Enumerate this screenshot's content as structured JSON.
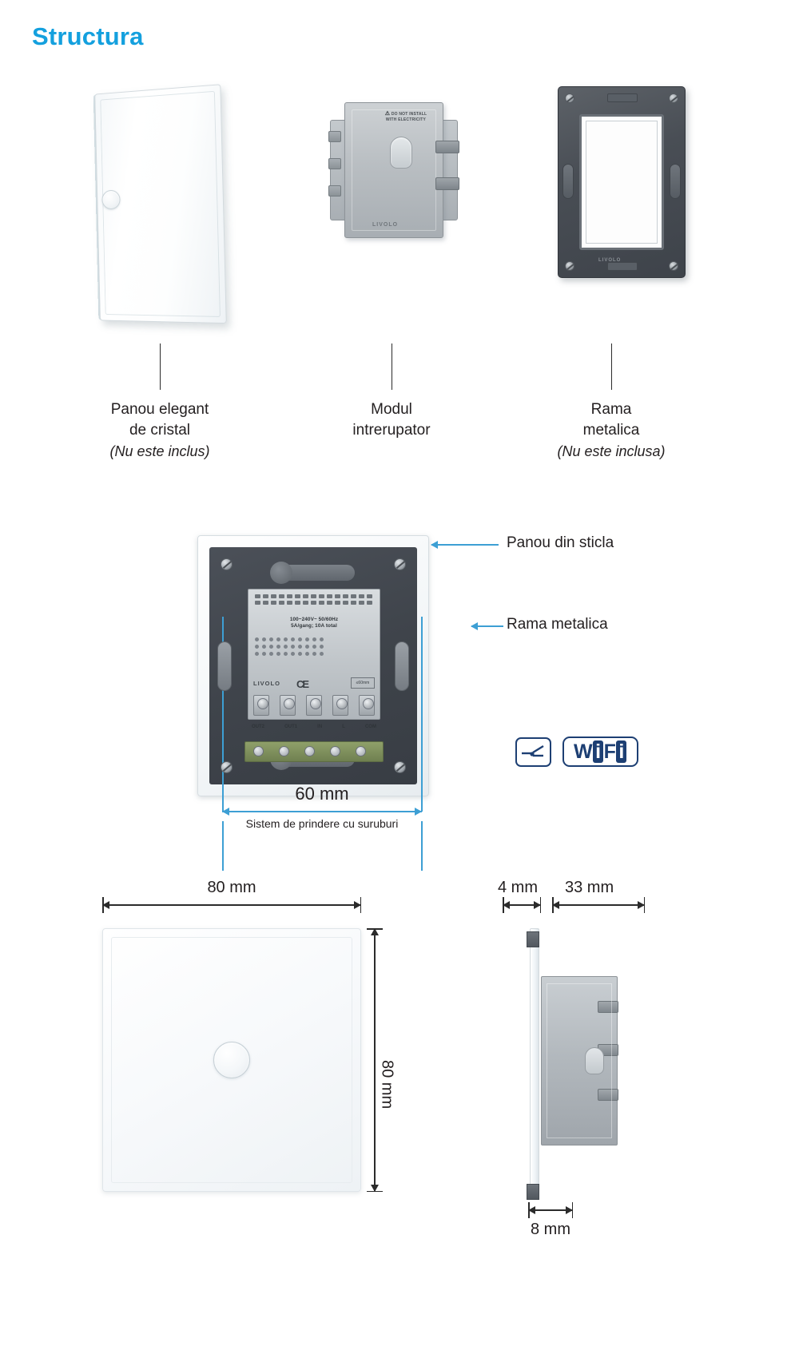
{
  "title": "Structura",
  "accent_color": "#14a0de",
  "callout_color": "#3d9fd4",
  "parts": [
    {
      "id": "glass-panel",
      "line1": "Panou elegant",
      "line2": "de cristal",
      "note": "(Nu este inclus)"
    },
    {
      "id": "switch-module",
      "line1": "Modul",
      "line2": "intrerupator",
      "note": ""
    },
    {
      "id": "metal-frame",
      "line1": "Rama",
      "line2": "metalica",
      "note": "(Nu este inclusa)"
    }
  ],
  "assembly": {
    "callouts": [
      {
        "id": "glass-panel-callout",
        "label": "Panou din sticla"
      },
      {
        "id": "metal-frame-callout",
        "label": "Rama metalica"
      }
    ],
    "module_print": {
      "voltage": "100~240V~  50/60Hz",
      "current": "5A/gang; 10A total",
      "brand": "LIVOLO",
      "ce_mark": "CE",
      "box_text": "≤60mm",
      "terminals": [
        "OUT2",
        "OUT1",
        "IN",
        "L",
        "COM"
      ]
    },
    "warning_text_line1": "DO NOT INSTALL",
    "warning_text_line2": "WITH ELECTRICITY",
    "dimension": "60 mm",
    "dimension_caption": "Sistem de prindere cu suruburi",
    "icons": [
      {
        "id": "switch-icon",
        "label": "switch-icon"
      },
      {
        "id": "wifi-icon",
        "label": "WiFi"
      }
    ],
    "wifi_text": {
      "w": "W",
      "i1": "i",
      "f": "F",
      "i2": "i"
    }
  },
  "views": {
    "front": {
      "width_label": "80 mm",
      "height_label": "80 mm"
    },
    "side": {
      "glass_thickness_label": "4 mm",
      "module_depth_label": "33 mm",
      "bottom_label": "8 mm"
    }
  }
}
